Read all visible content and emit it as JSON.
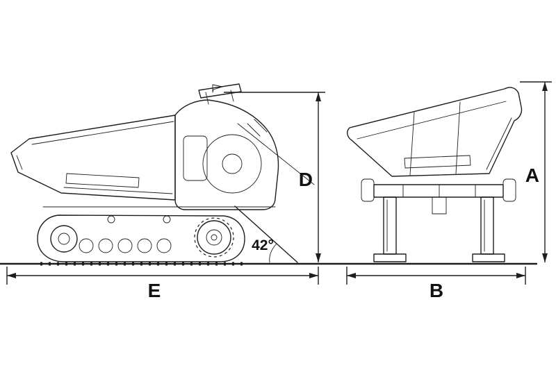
{
  "figure": {
    "background_color": "#ffffff",
    "line_color": "#1d1d1b",
    "label_color": "#111111"
  },
  "dimensions": {
    "side_height": "D",
    "side_length": "E",
    "rear_height": "A",
    "rear_width": "B",
    "tip_angle": "42°"
  }
}
